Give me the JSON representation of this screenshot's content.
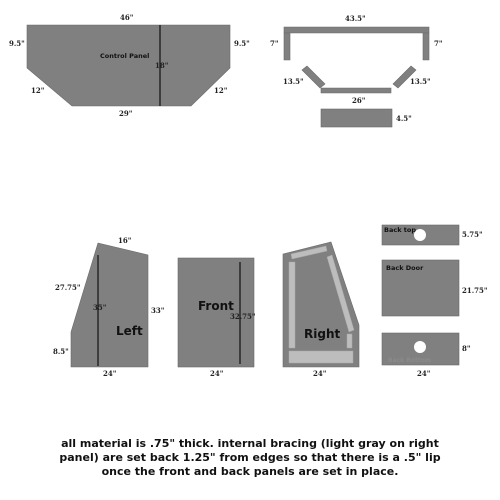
{
  "control_panel": {
    "label": "Control Panel",
    "top": "46\"",
    "left_side": "9.5\"",
    "right_side": "9.5\"",
    "bevel_left": "12\"",
    "bevel_right": "12\"",
    "bottom": "29\"",
    "depth": "18\""
  },
  "brace": {
    "top": "43.5\"",
    "left": "7\"",
    "right": "7\"",
    "angle_left": "13.5\"",
    "angle_right": "13.5\"",
    "bottom": "26\""
  },
  "small_bar": {
    "height": "4.5\""
  },
  "left_panel": {
    "label": "Left",
    "top": "16\"",
    "back": "27.75\"",
    "inner": "35\"",
    "front": "33\"",
    "bottom_front": "8.5\"",
    "width": "24\""
  },
  "front_panel": {
    "label": "Front",
    "height": "32.75\"",
    "width": "24\""
  },
  "right_panel": {
    "label": "Right",
    "width": "24\""
  },
  "back_top": {
    "label": "Back top",
    "height": "5.75\""
  },
  "back_door": {
    "label": "Back Door",
    "height": "21.75\""
  },
  "back_bottom": {
    "label": "Back Bottom",
    "height": "8\"",
    "width": "24\""
  },
  "note": {
    "line1": "all material is .75\" thick.  internal bracing (light gray on right",
    "line2": "panel) are set back 1.25\" from edges so that there is a .5\" lip",
    "line3": "once the front and back panels are set in place."
  }
}
